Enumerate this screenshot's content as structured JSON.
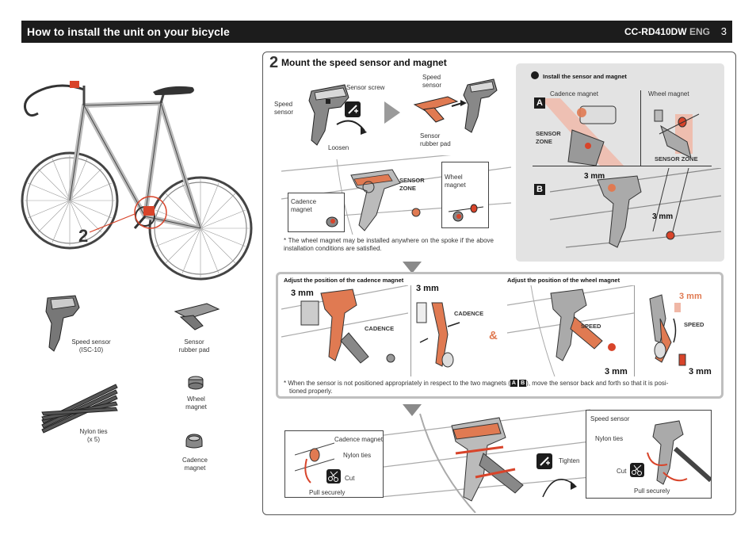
{
  "header": {
    "title": "How to install the unit on your bicycle",
    "model": "CC-RD410DW",
    "lang": "ENG",
    "page": "3"
  },
  "bike": {
    "step_number": "2"
  },
  "parts": {
    "speed_sensor": "Speed sensor",
    "speed_sensor_model": "(ISC-10)",
    "rubber_pad_1": "Sensor",
    "rubber_pad_2": "rubber pad",
    "wheel_magnet_1": "Wheel",
    "wheel_magnet_2": "magnet",
    "nylon_ties": "Nylon ties",
    "nylon_ties_count": "(x 5)",
    "cadence_magnet_1": "Cadence",
    "cadence_magnet_2": "magnet"
  },
  "step2": {
    "number": "2",
    "title": "Mount the speed sensor and magnet",
    "speed_sensor_1": "Speed",
    "speed_sensor_2": "sensor",
    "sensor_screw": "Sensor screw",
    "loosen": "Loosen",
    "speed_sensor_r1": "Speed",
    "speed_sensor_r2": "sensor",
    "rubber_pad_1": "Sensor",
    "rubber_pad_2": "rubber pad",
    "cadence_magnet_1": "Cadence",
    "cadence_magnet_2": "magnet",
    "sensor_zone_1": "SENSOR",
    "sensor_zone_2": "ZONE",
    "wheel_magnet_1": "Wheel",
    "wheel_magnet_2": "magnet",
    "note": "*  The wheel magnet may be installed anywhere on the spoke if the above installation conditions are satisfied."
  },
  "install_note": {
    "title": "Install the sensor and magnet",
    "cadence_magnet": "Cadence magnet",
    "wheel_magnet": "Wheel magnet",
    "sensor_zone_1": "SENSOR",
    "sensor_zone_2": "ZONE",
    "sensor_zone_right": "SENSOR ZONE",
    "label_a": "A",
    "label_b": "B",
    "mm_1": "3 mm",
    "mm_2": "3 mm"
  },
  "adjust": {
    "cadence_title": "Adjust the position of the cadence magnet",
    "wheel_title": "Adjust the position of the wheel magnet",
    "mm_1": "3 mm",
    "mm_2": "3 mm",
    "cadence_1": "CADENCE",
    "cadence_2": "CADENCE",
    "ampersand": "&",
    "speed_1": "SPEED",
    "speed_2": "SPEED",
    "mm_3": "3 mm",
    "mm_4": "3 mm",
    "mm_5": "3 mm",
    "note_a": "*  When the sensor is not positioned appropriately in respect to the two magnets (",
    "note_box_a": "A",
    "note_box_b": "B",
    "note_b": "), move the sensor back and forth so that it is posi-",
    "note_c": "tioned properly."
  },
  "fasten": {
    "cadence_magnet": "Cadence magnet",
    "nylon_ties_left": "Nylon ties",
    "cut_left": "Cut",
    "pull_left": "Pull securely",
    "tighten": "Tighten",
    "speed_sensor": "Speed sensor",
    "nylon_ties_right": "Nylon ties",
    "cut_right": "Cut",
    "pull_right": "Pull securely"
  },
  "colors": {
    "accent_orange": "#e07a52",
    "header_bg": "#1c1c1c",
    "panel_gray": "#e3e3e3",
    "zone_pink": "#f0b7a6"
  }
}
